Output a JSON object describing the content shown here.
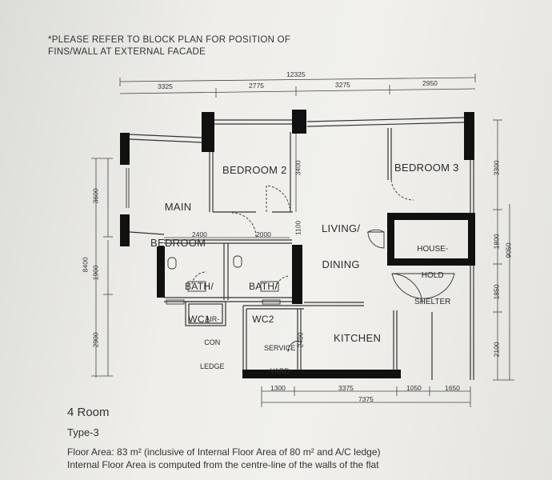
{
  "note": {
    "line1": "*PLEASE REFER TO BLOCK PLAN FOR POSITION OF",
    "line2": "FINS/WALL AT EXTERNAL FACADE"
  },
  "dimensions": {
    "overall_top": "12325",
    "top": [
      "3325",
      "2775",
      "3275",
      "2950"
    ],
    "left": [
      "3600",
      "8400",
      "1900",
      "2900"
    ],
    "right": [
      "3300",
      "1800",
      "9050",
      "1850",
      "2100"
    ],
    "bottom": [
      "1300",
      "3375",
      "1050",
      "1650"
    ],
    "bottom_total": "7375",
    "inner": {
      "bath_width_1": "2400",
      "bath_width_2": "2000",
      "bedroom2_depth": "3400",
      "corridor": "1100",
      "service_yard": "2400"
    }
  },
  "rooms": {
    "master": [
      "MAIN",
      "BEDROOM"
    ],
    "bedroom2": "BEDROOM 2",
    "bedroom3": "BEDROOM 3",
    "living": [
      "LIVING/",
      "DINING"
    ],
    "shelter": [
      "HOUSE-",
      "HOLD",
      "SHELTER"
    ],
    "bath1": [
      "BATH/",
      "WC1"
    ],
    "bath2": [
      "BATH/",
      "WC2"
    ],
    "aircon": [
      "AIR-",
      "CON",
      "LEDGE"
    ],
    "service": [
      "SERVICE",
      "YARD"
    ],
    "kitchen": "KITCHEN"
  },
  "caption": {
    "title": "4 Room",
    "type": "Type-3",
    "area_line": "Floor Area: 83 m² (inclusive of Internal Floor Area of 80 m² and A/C ledge)",
    "computed_line": "Internal Floor Area is computed from the centre-line of the walls of the flat"
  }
}
